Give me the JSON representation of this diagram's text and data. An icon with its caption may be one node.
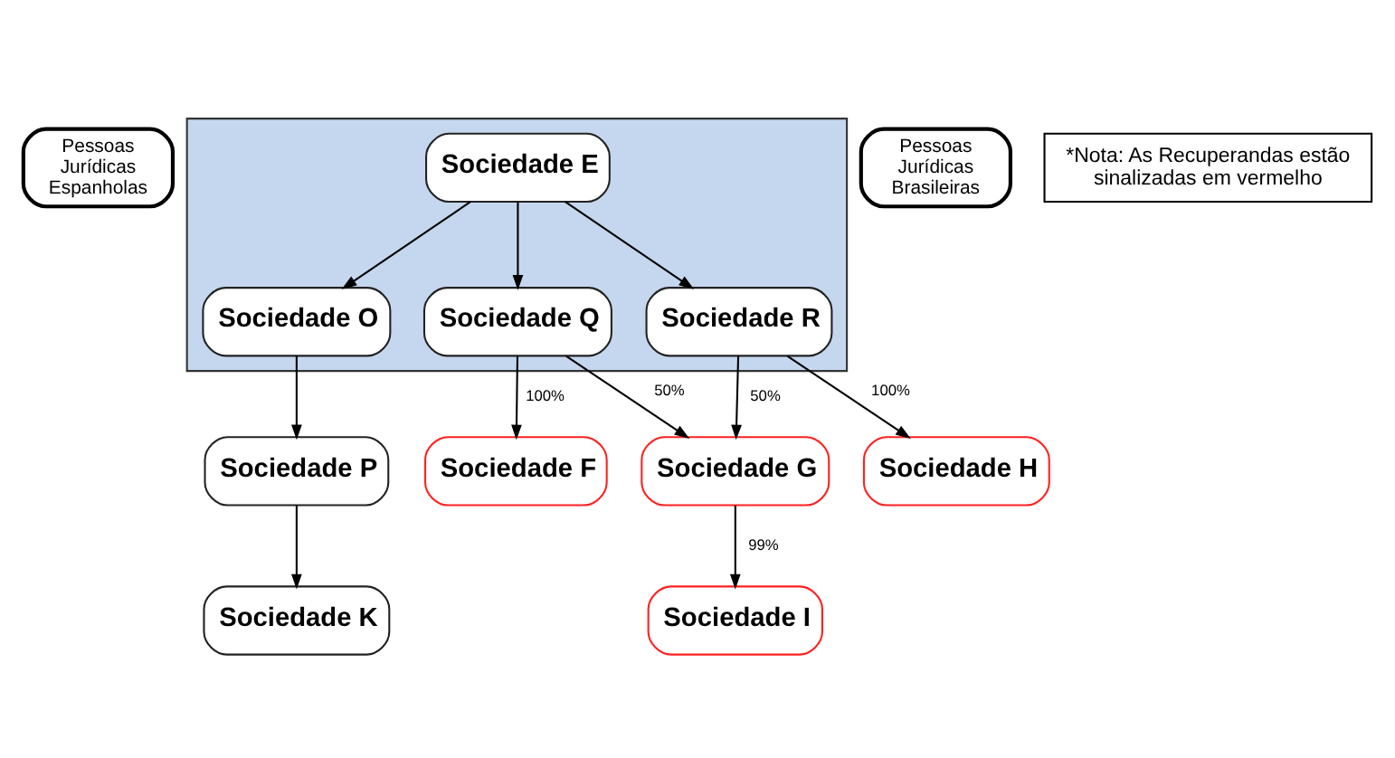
{
  "diagram": {
    "nodes": [
      {
        "text": [
          "Pessoas Jurídicas Espanholas"
        ]
      },
      {
        "text": [],
        "shape": "box"
      },
      {
        "text": [
          "Sociedade E"
        ],
        "in": 1
      },
      {
        "text": [
          "Sociedade O"
        ],
        "in": 1
      },
      {
        "text": [
          "Sociedade Q"
        ],
        "in": 1
      },
      {
        "text": [
          "Sociedade R"
        ],
        "in": 1
      },
      {
        "text": [
          "Pessoas Jurídicas Brasileiras"
        ]
      },
      {
        "text": [
          "Sociedade P"
        ]
      },
      {
        "text": [
          "Sociedade F"
        ]
      },
      {
        "text": [
          "Sociedade G"
        ]
      },
      {
        "text": [
          "Sociedade H"
        ]
      },
      {
        "text": [
          "Sociedade K"
        ]
      },
      {
        "text": [
          "Sociedade I"
        ]
      },
      {
        "text": [
          "*Nota: As Recuperandas estão sinalizadas em vermelho"
        ]
      }
    ],
    "edges": [
      {
        "from": 2,
        "to": 3,
        "arrow": "to"
      },
      {
        "from": 2,
        "to": 4,
        "arrow": "to"
      },
      {
        "from": 2,
        "to": 5,
        "arrow": "to"
      },
      {
        "from": 3,
        "to": 7,
        "arrow": "to"
      },
      {
        "from": 4,
        "to": 8,
        "arrow": "to",
        "label": "100%"
      },
      {
        "from": 4,
        "to": 9,
        "arrow": "to",
        "label": "50%"
      },
      {
        "from": 5,
        "to": 9,
        "arrow": "to",
        "label": "50%"
      },
      {
        "from": 5,
        "to": 10,
        "arrow": "to",
        "label": "100%"
      },
      {
        "from": 7,
        "to": 11,
        "arrow": "to"
      },
      {
        "from": 9,
        "to": 12,
        "arrow": "to",
        "label": "99%"
      }
    ]
  }
}
